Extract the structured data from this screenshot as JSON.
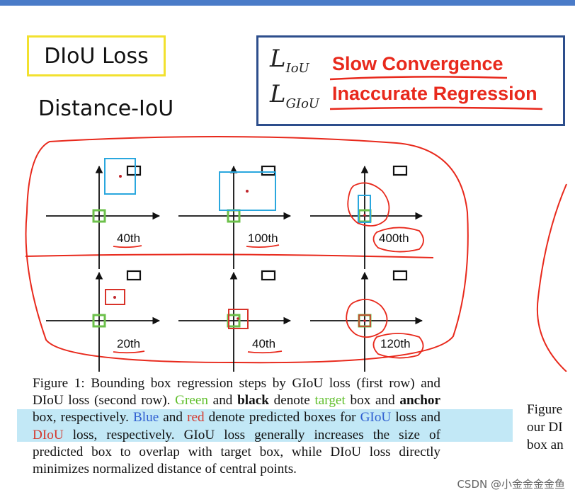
{
  "slide": {
    "title": "DIoU Loss",
    "subtitle": "Distance-IoU",
    "losses": [
      {
        "symbol": "L",
        "subscript": "IoU",
        "issue": "Slow Convergence"
      },
      {
        "symbol": "L",
        "subscript": "GIoU",
        "issue": "Inaccurate Regression"
      }
    ]
  },
  "diagram": {
    "panels": [
      {
        "label": "40th"
      },
      {
        "label": "100th"
      },
      {
        "label": "400th"
      },
      {
        "label": "20th"
      },
      {
        "label": "40th"
      },
      {
        "label": "120th"
      }
    ]
  },
  "caption": {
    "p1": "Figure 1: Bounding box regression steps by GIoU loss (first row) and DIoU loss (second row). ",
    "green": "Green",
    "p2": " and ",
    "black": "black",
    "p3": " denote ",
    "target": "target",
    "p4": " box and ",
    "anchor": "anchor",
    "p5": " box, respectively. ",
    "blue": "Blue",
    "p6": " and ",
    "red": "red",
    "p7": " denote predicted boxes for ",
    "giou": "GIoU",
    "p8": " loss and ",
    "diou": "DIoU",
    "p9": " loss, respectively. GIoU loss generally increases the size of predicted box to overlap with target box, while DIoU loss directly minimizes normalized distance of central points."
  },
  "side_caption": {
    "line1": "Figure",
    "line2": "our DI",
    "line3": "box an"
  },
  "watermark": "CSDN @小金金金金鱼",
  "colors": {
    "target": "#6cc04a",
    "anchor": "#111111",
    "giou_pred": "#2aa7de",
    "diou_pred": "#d8332a",
    "annotation": "#e8291c",
    "frame": "#2d4e8c",
    "title_border": "#f2e12f"
  }
}
